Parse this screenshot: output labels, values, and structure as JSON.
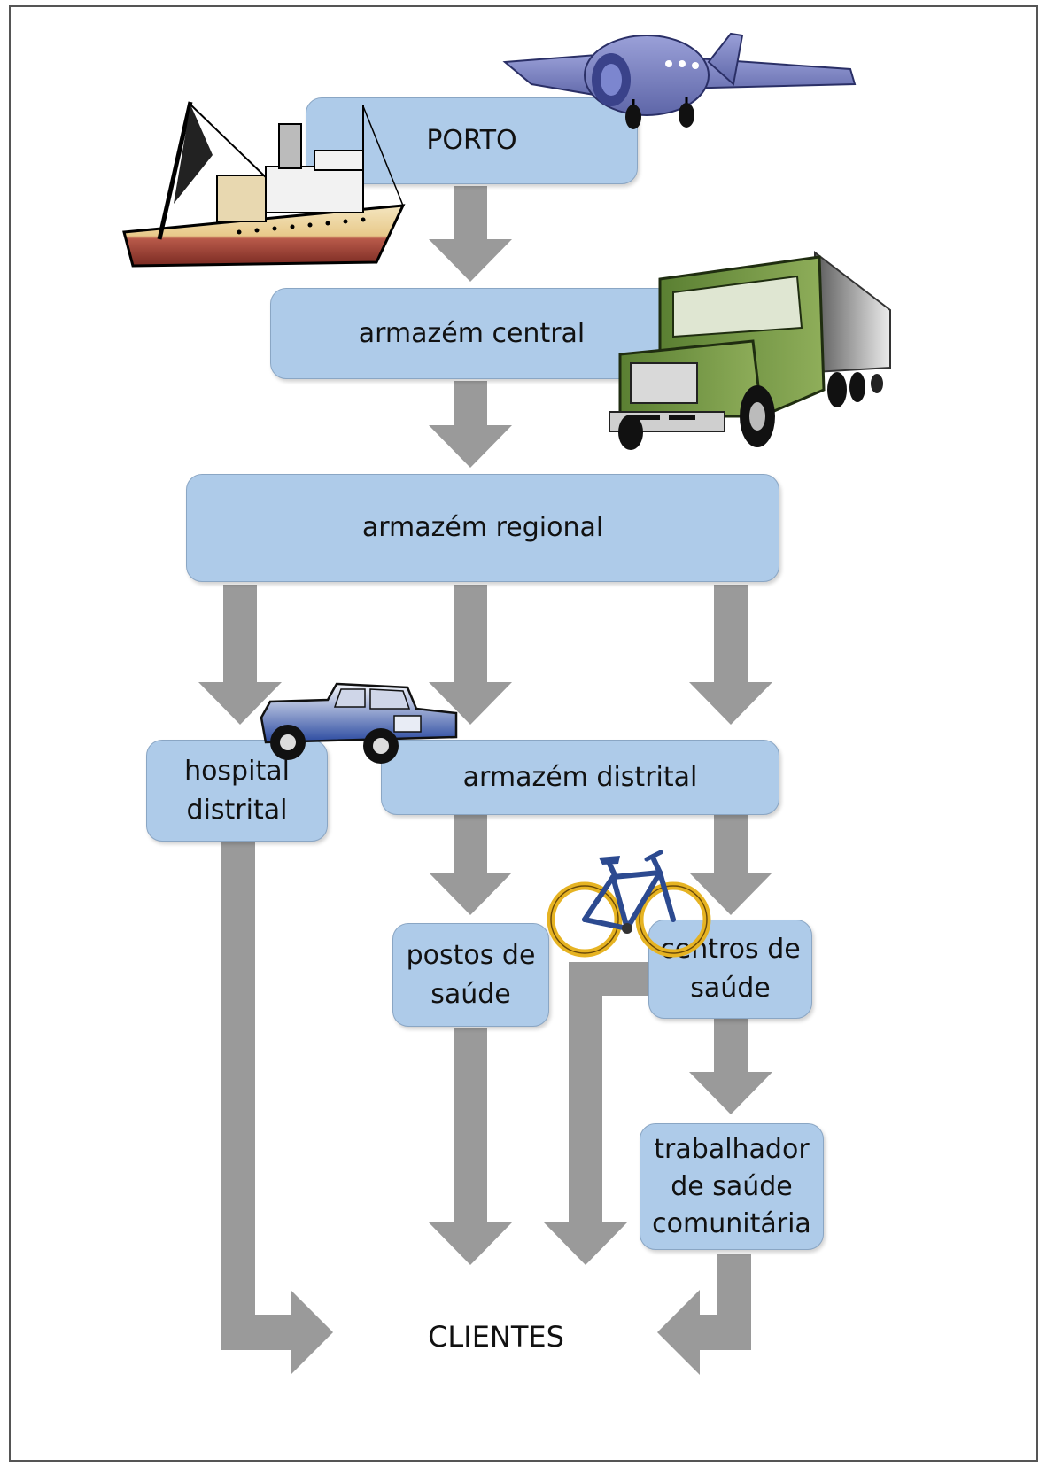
{
  "nodes": {
    "porto": "PORTO",
    "armazem_central": "armazém central",
    "armazem_regional": "armazém regional",
    "hospital_distrital": "hospital\ndistrital",
    "armazem_distrital": "armazém distrital",
    "postos_de_saude": "postos de\nsaúde",
    "centros_de_saude": "centros de\nsaúde",
    "trabalhador": "trabalhador\nde saúde\ncomunitária"
  },
  "clientes": "CLIENTES",
  "colors": {
    "node_fill": "#aecbe9",
    "arrow": "#9a9a9a"
  },
  "icons": [
    "ship-icon",
    "airplane-icon",
    "truck-icon",
    "pickup-truck-icon",
    "bicycle-icon"
  ]
}
